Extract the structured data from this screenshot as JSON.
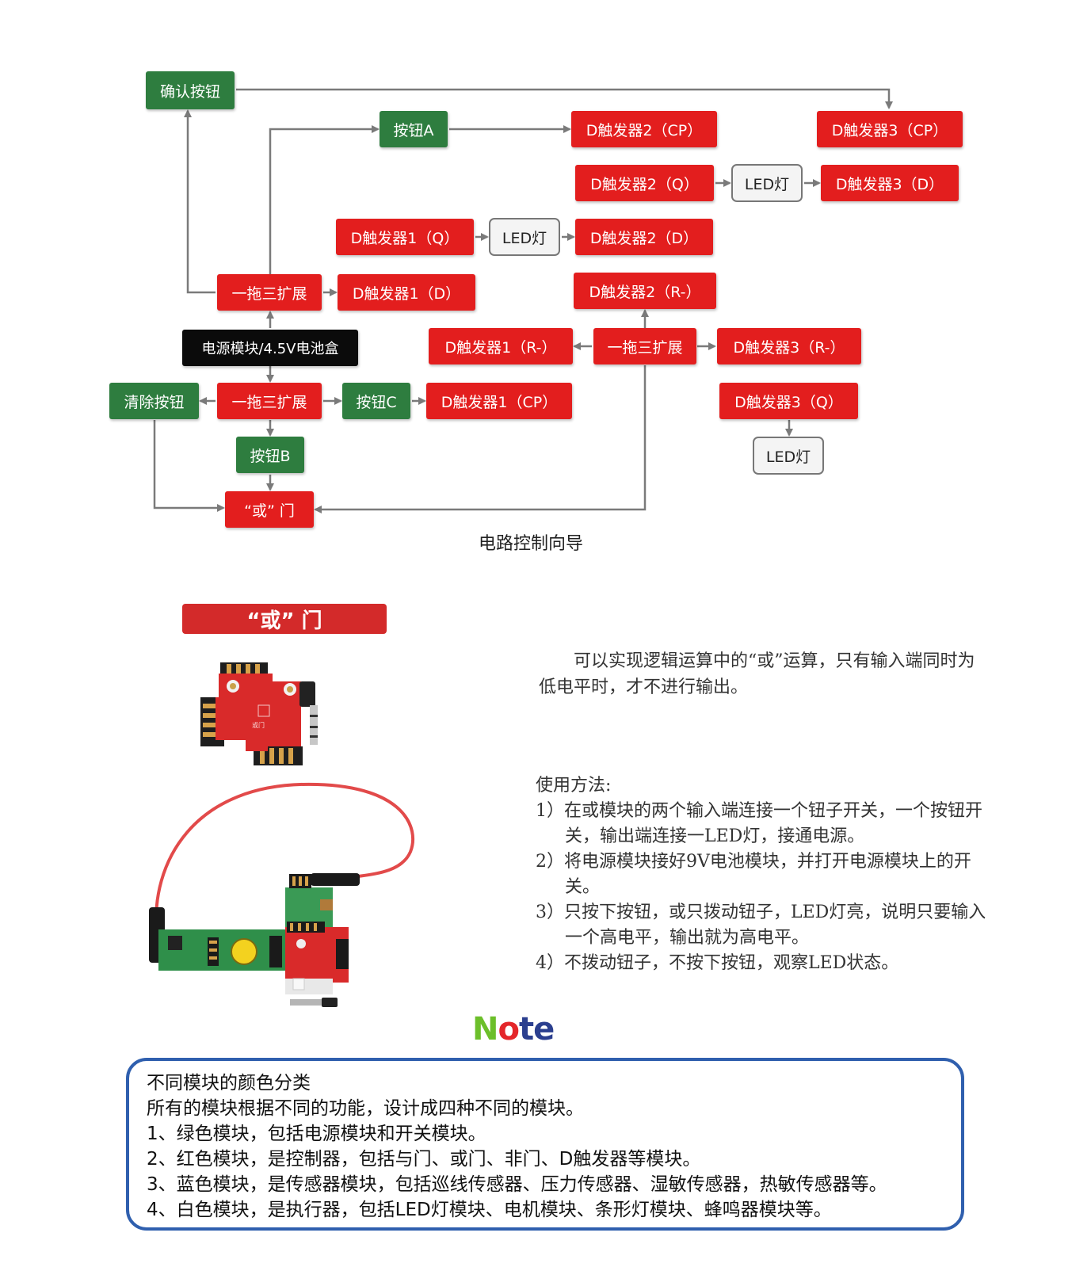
{
  "colors": {
    "green": "#2e7d3f",
    "red": "#e31e1e",
    "black": "#0b0b0b",
    "white_module": "#f4f4f4",
    "arrow": "#7a7a7a",
    "title_bar": "#d32a2a",
    "note_border": "#2f5fae"
  },
  "flowchart": {
    "caption": "电路控制向导",
    "nodes": {
      "confirm_button": "确认按钮",
      "button_a": "按钮A",
      "dff2_cp": "D触发器2（CP）",
      "dff3_cp": "D触发器3（CP）",
      "dff2_q": "D触发器2（Q）",
      "led_1": "LED灯",
      "dff3_d": "D触发器3（D）",
      "dff1_q": "D触发器1（Q）",
      "led_2": "LED灯",
      "dff2_d": "D触发器2（D）",
      "splitter_top": "一拖三扩展",
      "dff1_d": "D触发器1（D）",
      "dff2_r": "D触发器2（R-）",
      "power": "电源模块/4.5V电池盒",
      "dff1_r": "D触发器1（R-）",
      "splitter_right": "一拖三扩展",
      "dff3_r": "D触发器3（R-）",
      "clear_button": "清除按钮",
      "splitter_bottom": "一拖三扩展",
      "button_c": "按钮C",
      "dff1_cp": "D触发器1（CP）",
      "dff3_q": "D触发器3（Q）",
      "button_b": "按钮B",
      "led_3": "LED灯",
      "or_gate": "“或” 门"
    }
  },
  "section": {
    "title": "“或” 门",
    "description": "可以实现逻辑运算中的“或”运算，只有输入端同时为低电平时，才不进行输出。",
    "board_label": "或门",
    "usage_heading": "使用方法:",
    "steps": [
      "1）在或模块的两个输入端连接一个钮子开关，一个按钮开关，输出端连接一LED灯，接通电源。",
      "2）将电源模块接好9V电池模块，并打开电源模块上的开关。",
      "3）只按下按钮，或只拨动钮子，LED灯亮，说明只要输入一个高电平，输出就为高电平。",
      "4）不拨动钮子，不按下按钮，观察LED状态。"
    ]
  },
  "note": {
    "logo_letters": [
      "N",
      "o",
      "t",
      "e"
    ],
    "logo_colors": [
      "#6cbf2a",
      "#e4262a",
      "#2b3f8f",
      "#2b3f8f"
    ],
    "title": "不同模块的颜色分类",
    "intro": "所有的模块根据不同的功能，设计成四种不同的模块。",
    "items": [
      "1、绿色模块，包括电源模块和开关模块。",
      "2、红色模块，是控制器，包括与门、或门、非门、D触发器等模块。",
      "3、蓝色模块，是传感器模块，包括巡线传感器、压力传感器、湿敏传感器，热敏传感器等。",
      "4、白色模块，是执行器，包括LED灯模块、电机模块、条形灯模块、蜂鸣器模块等。"
    ]
  }
}
